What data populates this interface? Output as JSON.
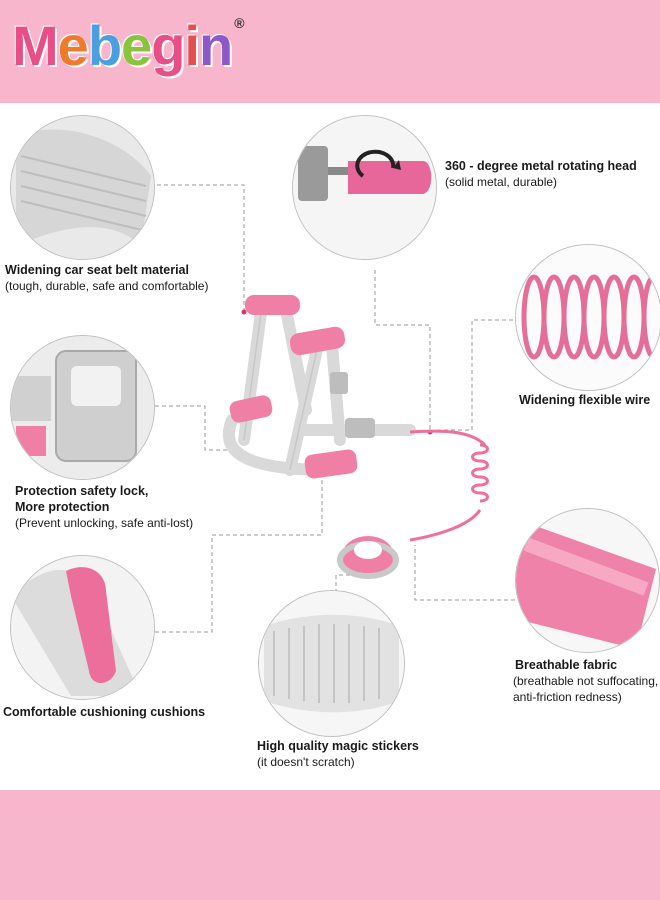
{
  "brand": {
    "logo_letters": [
      "M",
      "e",
      "b",
      "e",
      "g",
      "i",
      "n"
    ],
    "registered_mark": "®",
    "logo_colors": [
      "#e84f86",
      "#f07a2c",
      "#4a9fe0",
      "#8ac43f",
      "#e84f86",
      "#e2504f",
      "#8d59c9"
    ],
    "band_color": "#f7b6cc"
  },
  "features": [
    {
      "title": "Widening car seat belt material",
      "subtitle": "(tough, durable, safe and comfortable)"
    },
    {
      "title": "360 - degree metal rotating head",
      "subtitle": "(solid metal, durable)"
    },
    {
      "title": "Widening flexible wire",
      "subtitle": ""
    },
    {
      "title": "Protection safety lock,",
      "title2": "More protection",
      "subtitle": "(Prevent unlocking, safe anti-lost)"
    },
    {
      "title": "Breathable fabric",
      "subtitle": "(breathable not suffocating,",
      "subtitle2": "anti-friction redness)"
    },
    {
      "title": "Comfortable cushioning cushions",
      "subtitle": ""
    },
    {
      "title": "High quality magic stickers",
      "subtitle": "(it doesn't scratch)"
    }
  ]
}
